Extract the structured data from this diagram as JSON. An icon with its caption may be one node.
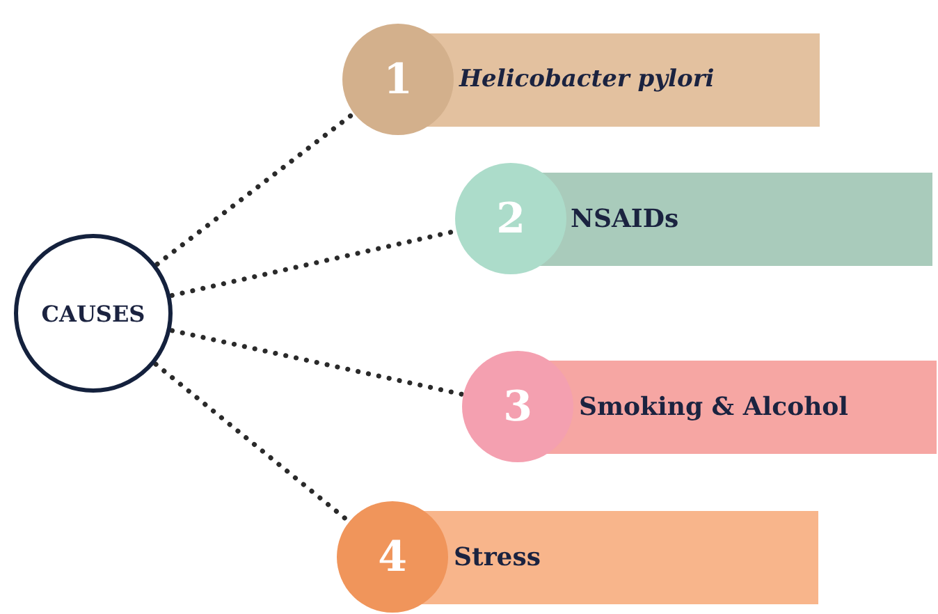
{
  "diagram": {
    "nodes": [
      {
        "text": [
          "CAUSES"
        ]
      },
      {
        "text": [
          "1",
          "Helicobacter pylori"
        ]
      },
      {
        "text": [
          "2",
          "NSAIDs"
        ]
      },
      {
        "text": [
          "3",
          "Smoking & Alcohol"
        ]
      },
      {
        "text": [
          "4",
          "Stress"
        ]
      }
    ],
    "edges": [
      {
        "from": 0,
        "to": 1,
        "arrow": "none"
      },
      {
        "from": 0,
        "to": 2,
        "arrow": "none"
      },
      {
        "from": 0,
        "to": 3,
        "arrow": "none"
      },
      {
        "from": 0,
        "to": 4,
        "arrow": "none"
      }
    ]
  }
}
